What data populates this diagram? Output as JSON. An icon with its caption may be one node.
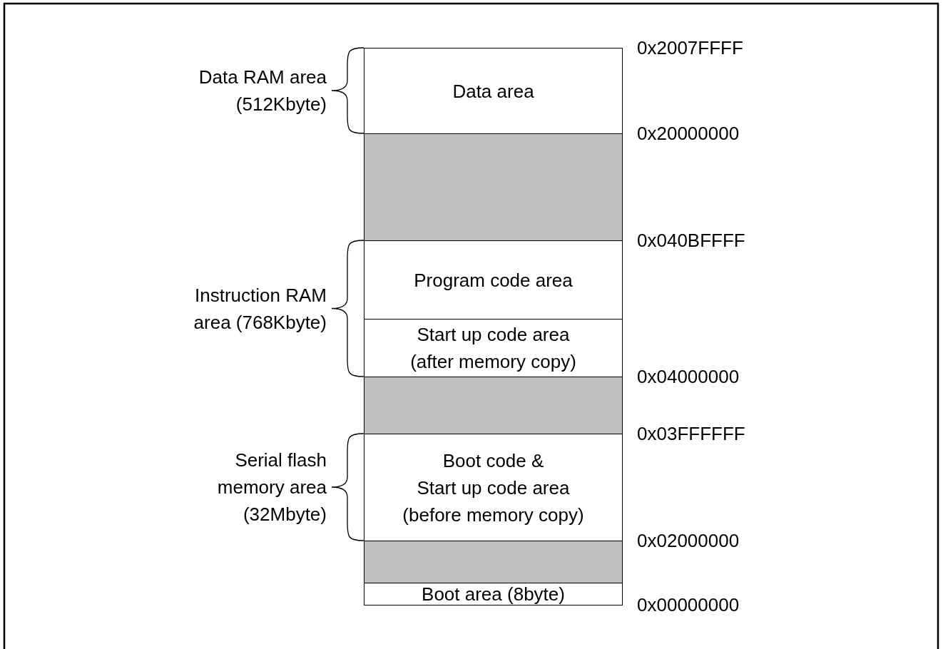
{
  "diagram": {
    "nodes": [
      {
        "text": [
          "Data area"
        ]
      },
      {
        "text": [],
        "shape": "box"
      },
      {
        "text": [
          "Program code area"
        ]
      },
      {
        "text": [
          "Start up code area",
          "(after memory copy)"
        ]
      },
      {
        "text": [],
        "shape": "box"
      },
      {
        "text": [
          "Boot code &",
          "Start up code area",
          "(before memory copy)"
        ]
      },
      {
        "text": [],
        "shape": "box"
      },
      {
        "text": [
          "Boot area (8byte)"
        ]
      }
    ],
    "labels": [
      "0x2007FFFF",
      "Data RAM area (512Kbyte)",
      "0x20000000",
      "0x040BFFFF",
      "Instruction RAM area (768Kbyte)",
      "0x04000000",
      "0x03FFFFFF",
      "Serial flash memory area (32Mbyte)",
      "0x02000000",
      "0x00000000"
    ]
  }
}
